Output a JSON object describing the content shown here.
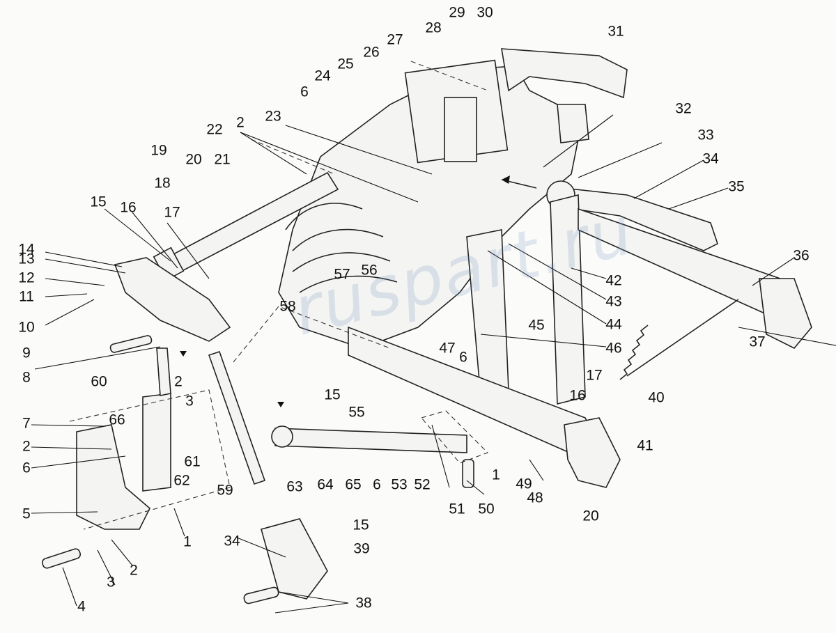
{
  "watermark": "ruspart.ru",
  "labels": [
    {
      "id": "l29",
      "text": "29"
    },
    {
      "id": "l30",
      "text": "30"
    },
    {
      "id": "l28",
      "text": "28"
    },
    {
      "id": "l27",
      "text": "27"
    },
    {
      "id": "l26",
      "text": "26"
    },
    {
      "id": "l25",
      "text": "25"
    },
    {
      "id": "l31",
      "text": "31"
    },
    {
      "id": "l24",
      "text": "24"
    },
    {
      "id": "l6a",
      "text": "6"
    },
    {
      "id": "l32",
      "text": "32"
    },
    {
      "id": "l23",
      "text": "23"
    },
    {
      "id": "l2a",
      "text": "2"
    },
    {
      "id": "l22",
      "text": "22"
    },
    {
      "id": "l33",
      "text": "33"
    },
    {
      "id": "l19",
      "text": "19"
    },
    {
      "id": "l34a",
      "text": "34"
    },
    {
      "id": "l20",
      "text": "20"
    },
    {
      "id": "l21",
      "text": "21"
    },
    {
      "id": "l18",
      "text": "18"
    },
    {
      "id": "l35",
      "text": "35"
    },
    {
      "id": "l15a",
      "text": "15"
    },
    {
      "id": "l16a",
      "text": "16"
    },
    {
      "id": "l17a",
      "text": "17"
    },
    {
      "id": "l14",
      "text": "14"
    },
    {
      "id": "l36",
      "text": "36"
    },
    {
      "id": "l13",
      "text": "13"
    },
    {
      "id": "l57",
      "text": "57"
    },
    {
      "id": "l56",
      "text": "56"
    },
    {
      "id": "l12",
      "text": "12"
    },
    {
      "id": "l42",
      "text": "42"
    },
    {
      "id": "l11",
      "text": "11"
    },
    {
      "id": "l43",
      "text": "43"
    },
    {
      "id": "l58",
      "text": "58"
    },
    {
      "id": "l10",
      "text": "10"
    },
    {
      "id": "l44",
      "text": "44"
    },
    {
      "id": "l45",
      "text": "45"
    },
    {
      "id": "l37",
      "text": "37"
    },
    {
      "id": "l9",
      "text": "9"
    },
    {
      "id": "l47",
      "text": "47"
    },
    {
      "id": "l46",
      "text": "46"
    },
    {
      "id": "l6b",
      "text": "6"
    },
    {
      "id": "l8",
      "text": "8"
    },
    {
      "id": "l2b",
      "text": "2"
    },
    {
      "id": "l17b",
      "text": "17"
    },
    {
      "id": "l60",
      "text": "60"
    },
    {
      "id": "l3a",
      "text": "3"
    },
    {
      "id": "l15b",
      "text": "15"
    },
    {
      "id": "l16b",
      "text": "16"
    },
    {
      "id": "l40",
      "text": "40"
    },
    {
      "id": "l55",
      "text": "55"
    },
    {
      "id": "l41",
      "text": "41"
    },
    {
      "id": "l7",
      "text": "7"
    },
    {
      "id": "l66",
      "text": "66"
    },
    {
      "id": "l2c",
      "text": "2"
    },
    {
      "id": "l61",
      "text": "61"
    },
    {
      "id": "l6c",
      "text": "6"
    },
    {
      "id": "l62",
      "text": "62"
    },
    {
      "id": "l1a",
      "text": "1"
    },
    {
      "id": "l59",
      "text": "59"
    },
    {
      "id": "l63",
      "text": "63"
    },
    {
      "id": "l64",
      "text": "64"
    },
    {
      "id": "l65",
      "text": "65"
    },
    {
      "id": "l6d",
      "text": "6"
    },
    {
      "id": "l53",
      "text": "53"
    },
    {
      "id": "l52",
      "text": "52"
    },
    {
      "id": "l49",
      "text": "49"
    },
    {
      "id": "l48",
      "text": "48"
    },
    {
      "id": "l5",
      "text": "5"
    },
    {
      "id": "l51",
      "text": "51"
    },
    {
      "id": "l50",
      "text": "50"
    },
    {
      "id": "l20b",
      "text": "20"
    },
    {
      "id": "l1b",
      "text": "1"
    },
    {
      "id": "l15c",
      "text": "15"
    },
    {
      "id": "l34b",
      "text": "34"
    },
    {
      "id": "l39",
      "text": "39"
    },
    {
      "id": "l3b",
      "text": "3"
    },
    {
      "id": "l2d",
      "text": "2"
    },
    {
      "id": "l38",
      "text": "38"
    },
    {
      "id": "l4",
      "text": "4"
    }
  ]
}
